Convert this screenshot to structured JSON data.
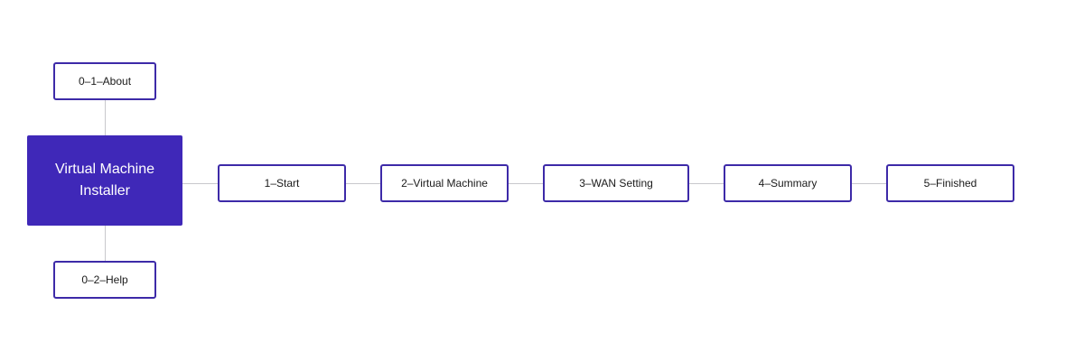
{
  "root": {
    "line1": "Virtual Machine",
    "line2": "Installer"
  },
  "branches": {
    "about": "0–1–About",
    "help": "0–2–Help"
  },
  "steps": [
    {
      "label": "1–Start"
    },
    {
      "label": "2–Virtual Machine"
    },
    {
      "label": "3–WAN Setting"
    },
    {
      "label": "4–Summary"
    },
    {
      "label": "5–Finished"
    }
  ],
  "colors": {
    "root_fill": "#3f28b8",
    "node_border": "#3d2aa8",
    "connector": "#c8c8cc"
  }
}
